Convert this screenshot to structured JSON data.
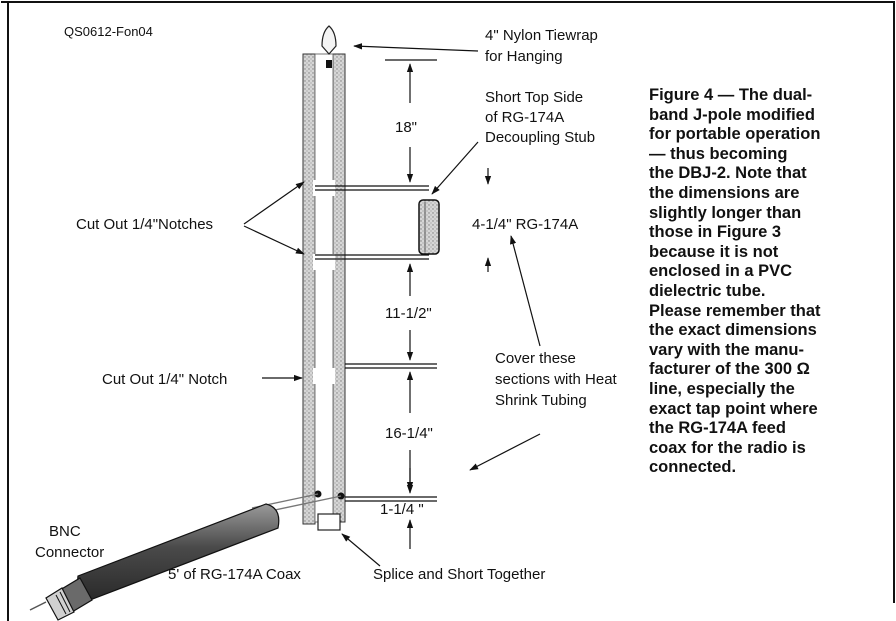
{
  "figure_id": "QS0612-Fon04",
  "labels": {
    "tiewrap_1": "4\" Nylon Tiewrap",
    "tiewrap_2": "for Hanging",
    "stub_1": "Short Top Side",
    "stub_2": "of RG-174A",
    "stub_3": "Decoupling Stub",
    "notches": "Cut Out 1/4\"Notches",
    "notch": "Cut Out 1/4\" Notch",
    "rg174a_section": "4-1/4\" RG-174A",
    "heat_1": "Cover these",
    "heat_2": "sections with Heat",
    "heat_3": "Shrink Tubing",
    "bnc_1": "BNC",
    "bnc_2": "Connector",
    "coax": "5' of RG-174A Coax",
    "splice": "Splice and Short Together"
  },
  "dimensions": {
    "top": "18\"",
    "middle": "11-1/2\"",
    "lower": "16-1/4\"",
    "bottom": "1-1/4 \""
  },
  "caption_lines": [
    "Figure 4 — The dual-",
    "band J-pole modified",
    "for portable operation",
    "— thus becoming",
    "the DBJ-2. Note that",
    "the dimensions are",
    "slightly longer than",
    "those in Figure 3",
    "because it is not",
    "enclosed in a PVC",
    "dielectric tube.",
    "Please remember that",
    "the exact dimensions",
    "vary with the manu-",
    "facturer of the 300 Ω",
    "line, especially the",
    "exact tap point where",
    "the RG-174A feed",
    "coax for the radio is",
    "connected."
  ]
}
